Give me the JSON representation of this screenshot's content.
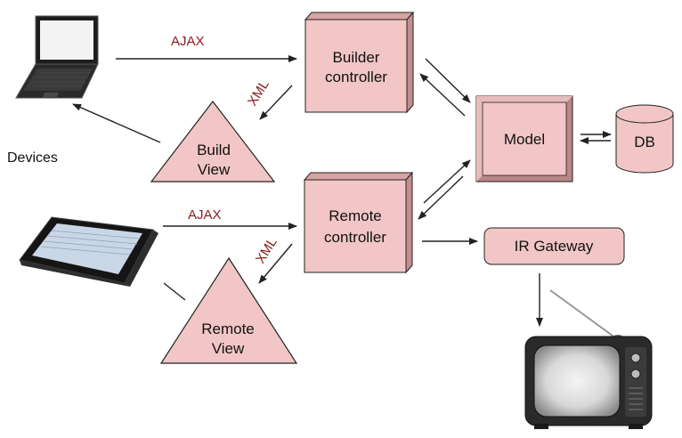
{
  "nodes": {
    "builder_controller": {
      "line1": "Builder",
      "line2": "controller"
    },
    "remote_controller": {
      "line1": "Remote",
      "line2": "controller"
    },
    "model": {
      "label": "Model"
    },
    "db": {
      "label": "DB"
    },
    "ir_gateway": {
      "label": "IR Gateway"
    },
    "build_view": {
      "line1": "Build",
      "line2": "View"
    },
    "remote_view": {
      "line1": "Remote",
      "line2": "View"
    }
  },
  "labels": {
    "ajax_top": "AJAX",
    "ajax_bottom": "AJAX",
    "xml_top": "XML",
    "xml_bottom": "XML",
    "devices": "Devices"
  },
  "colors": {
    "node_fill": "#f2c6c6",
    "node_side": "#d9a3a3",
    "edge_label": "#8b1a1a",
    "stroke": "#222222"
  },
  "icons": {
    "laptop": "laptop-icon",
    "tablet": "tablet-icon",
    "tv": "television-icon"
  }
}
